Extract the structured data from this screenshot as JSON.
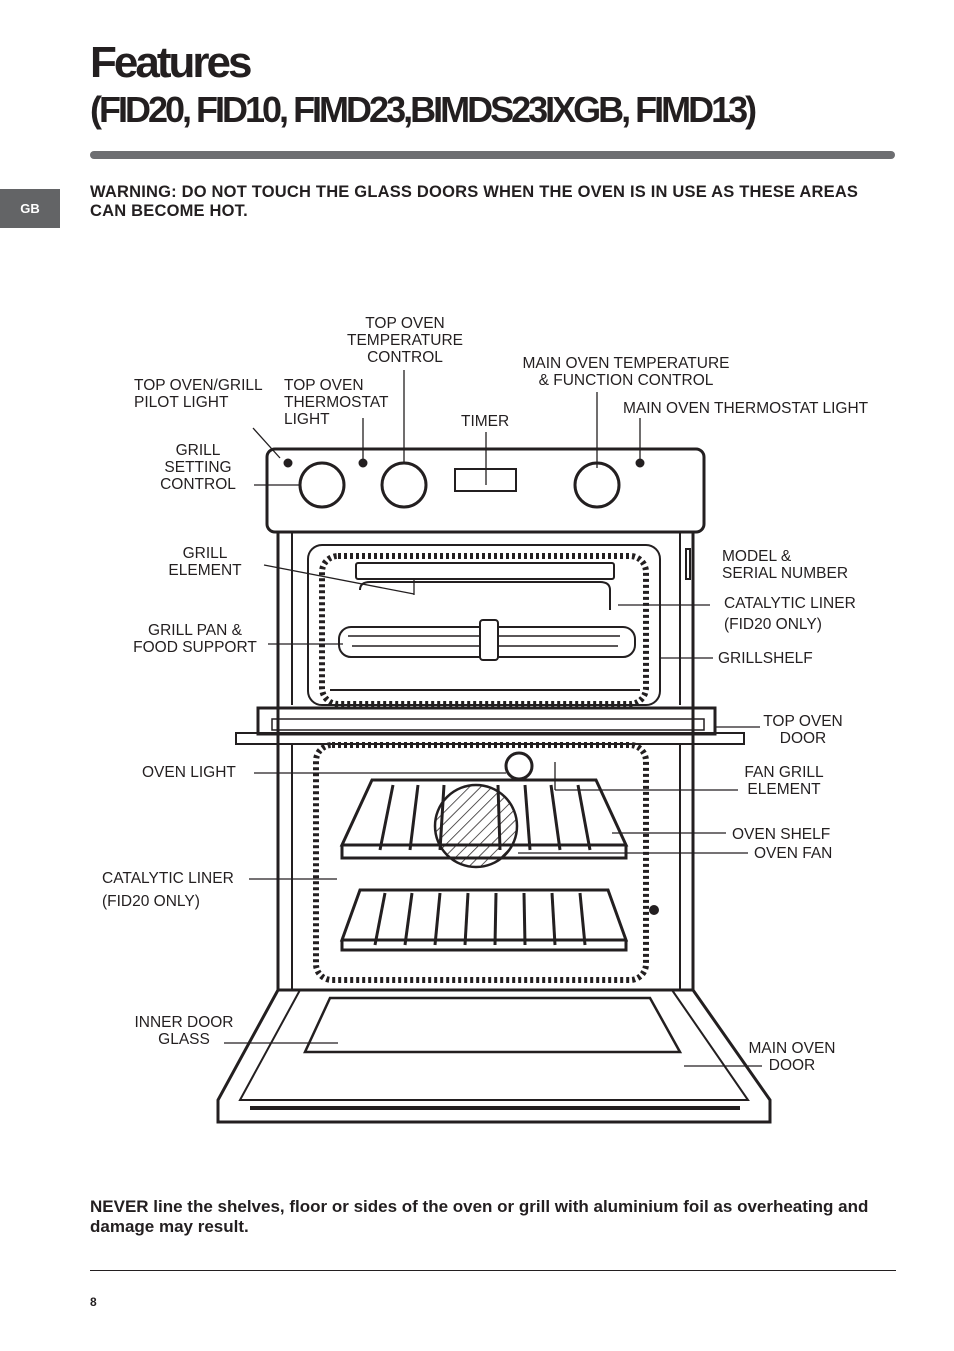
{
  "header": {
    "title": "Features",
    "subtitle": "(FID20, FID10, FIMD23,BIMDS23IXGB, FIMD13)"
  },
  "language_tab": "GB",
  "warning": "WARNING: DO NOT TOUCH THE GLASS DOORS WHEN THE OVEN IS IN USE AS THESE AREAS CAN BECOME HOT.",
  "labels": {
    "top_oven_temp_control": "TOP OVEN\nTEMPERATURE\nCONTROL",
    "top_oven_grill_pilot": "TOP OVEN/GRILL\nPILOT LIGHT",
    "top_oven_thermostat": "TOP OVEN\nTHERMOSTAT\nLIGHT",
    "timer": "TIMER",
    "main_oven_temp_control": "MAIN OVEN TEMPERATURE\n& FUNCTION CONTROL",
    "main_oven_thermostat": "MAIN OVEN THERMOSTAT LIGHT",
    "grill_setting_control": "GRILL\nSETTING\nCONTROL",
    "grill_element": "GRILL\nELEMENT",
    "model_serial": "MODEL &\nSERIAL NUMBER",
    "catalytic_liner_top": "CATALYTIC LINER",
    "fid20_only_top": "(FID20 ONLY)",
    "grill_pan": "GRILL PAN &\nFOOD SUPPORT",
    "grillshelf": "GRILLSHELF",
    "top_oven_door": "TOP OVEN\nDOOR",
    "oven_light": "OVEN LIGHT",
    "fan_grill_element": "FAN GRILL\nELEMENT",
    "oven_shelf": "OVEN SHELF",
    "oven_fan": "OVEN FAN",
    "catalytic_liner_main": "CATALYTIC LINER",
    "fid20_only_main": "(FID20 ONLY)",
    "inner_door_glass": "INNER DOOR\nGLASS",
    "main_oven_door": "MAIN OVEN\nDOOR"
  },
  "never_note": "NEVER line the shelves, floor or sides of the oven or grill with aluminium foil as overheating and damage may result.",
  "page_number": "8",
  "colors": {
    "ink": "#231f20",
    "rule": "#6d6e71",
    "tab": "#636466"
  }
}
